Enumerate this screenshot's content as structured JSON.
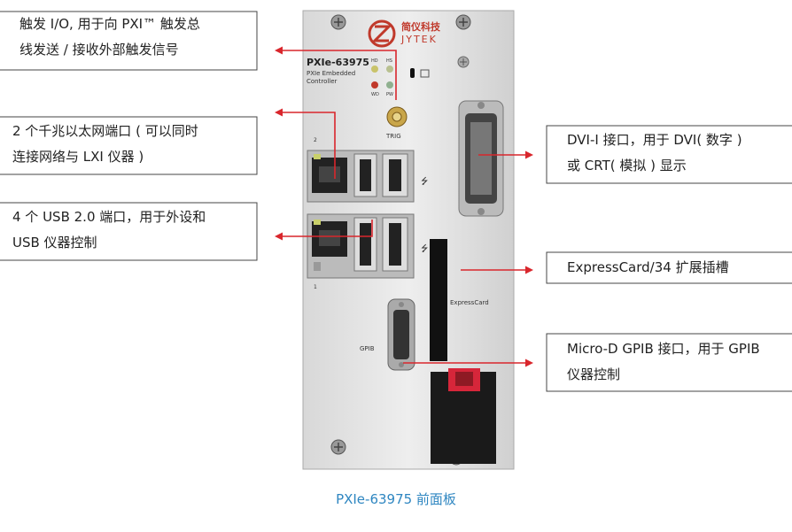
{
  "title": "PXIe-63975 前面板",
  "panel": {
    "model": "PXIe-63975",
    "subtitle_line1": "PXIe Embedded",
    "subtitle_line2": "Controller",
    "brand_cn": "简仪科技",
    "brand_en": "JYTEK",
    "led_hd": "HD",
    "led_hs": "HS",
    "led_wd": "WD",
    "led_pw": "PW",
    "trig_label": "TRIG",
    "expresscard_label": "ExpressCard",
    "gpib_label": "GPIB",
    "lan_port_top": "2",
    "lan_port_bottom": "1"
  },
  "callouts": {
    "trig": {
      "line1": "触发 I/O, 用于向 PXI™ 触发总",
      "line2": "线发送 / 接收外部触发信号"
    },
    "lan": {
      "line1": "2 个千兆以太网端口 ( 可以同时",
      "line2": "连接网络与 LXI 仪器 )"
    },
    "usb": {
      "line1": "4 个 USB 2.0 端口，用于外设和",
      "line2": "USB 仪器控制"
    },
    "dvi": {
      "line1": "DVI-I 接口，用于 DVI( 数字 )",
      "line2": "或 CRT( 模拟 ) 显示"
    },
    "expresscard": {
      "line1": "ExpressCard/34 扩展插槽"
    },
    "gpib": {
      "line1": "Micro-D GPIB 接口，用于 GPIB",
      "line2": "仪器控制"
    }
  },
  "colors": {
    "arrow": "#d9262c",
    "caption": "#2e86c1",
    "frame": "#333333"
  }
}
